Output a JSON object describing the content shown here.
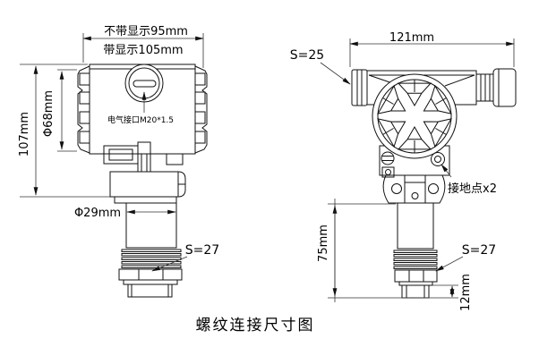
{
  "title": "螺纹连接尺寸图",
  "colors": {
    "line": "#111111",
    "background": "#ffffff"
  },
  "front_view": {
    "dim_width_without_display": "不带显示95mm",
    "dim_width_with_display": "带显示105mm",
    "dim_total_height": "107mm",
    "dim_body_diameter": "Φ68mm",
    "dim_neck_diameter": "Φ29mm",
    "electrical_port_label": "电气接口M20*1.5",
    "hex_wrench_size": "S=27"
  },
  "side_view": {
    "dim_total_width": "121mm",
    "end_cap_wrench_size": "S=25",
    "grounding_label": "接地点x2",
    "dim_neck_height": "75mm",
    "hex_wrench_size": "S=27",
    "dim_stub_height": "12mm"
  }
}
